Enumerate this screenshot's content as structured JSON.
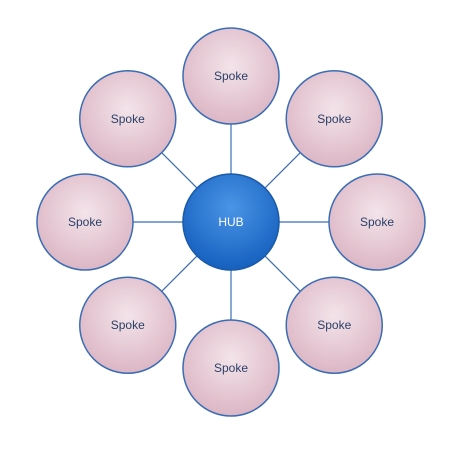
{
  "diagram": {
    "hub": {
      "label": "HUB"
    },
    "spokes": [
      {
        "label": "Spoke"
      },
      {
        "label": "Spoke"
      },
      {
        "label": "Spoke"
      },
      {
        "label": "Spoke"
      },
      {
        "label": "Spoke"
      },
      {
        "label": "Spoke"
      },
      {
        "label": "Spoke"
      },
      {
        "label": "Spoke"
      }
    ],
    "colors": {
      "hub_fill_light": "#4a95e6",
      "hub_fill_dark": "#1660bf",
      "hub_stroke": "#1a5aa8",
      "spoke_fill_light": "#f3e4ea",
      "spoke_fill_dark": "#dcb6c4",
      "spoke_stroke": "#3b6db5",
      "connector": "#3b6db5"
    }
  }
}
